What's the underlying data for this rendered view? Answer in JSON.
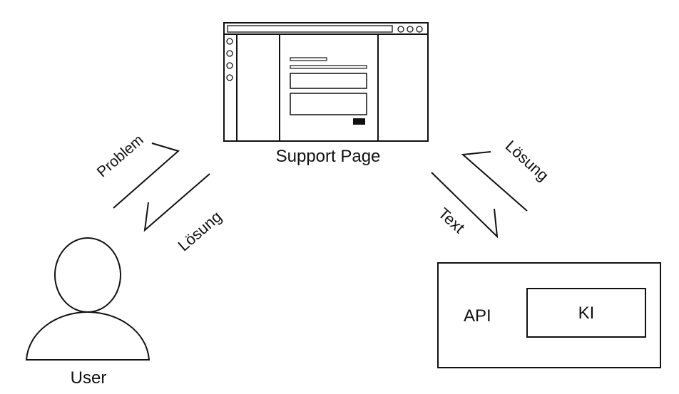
{
  "support_page": {
    "label": "Support Page"
  },
  "user": {
    "label": "User"
  },
  "api_box": {
    "label": "API",
    "ki_label": "KI"
  },
  "left_arrows": {
    "up_label": "Problem",
    "down_label": "Lösung"
  },
  "right_arrows": {
    "down_label": "Text",
    "up_label": "Lösung"
  },
  "colors": {
    "stroke": "#111111",
    "background": "#ffffff"
  }
}
